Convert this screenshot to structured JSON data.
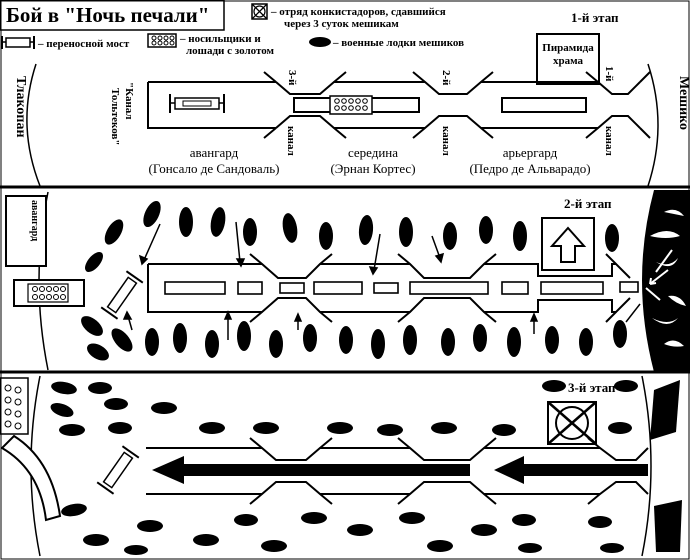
{
  "title": "Бой в \"Ночь печали\"",
  "legend": {
    "bridge": "– переносной мост",
    "porters": "– носильщики и лошади с золотом",
    "detachment_line1": "– отряд конкистадоров, сдавшийся",
    "detachment_line2": "через 3 суток мешикам",
    "boats": "– военные лодки мешиков"
  },
  "stages": {
    "stage1": "1-й этап",
    "stage2": "2-й этап",
    "stage3": "3-й этап"
  },
  "places": {
    "tlacopan": "Тлакопан",
    "mexico": "Мешико",
    "pyramid_line1": "Пирамида",
    "pyramid_line2": "храма",
    "canal_toltec_line1": "\"Канал",
    "canal_toltec_line2": "Тольтеков\""
  },
  "canals": {
    "third_num": "3-й",
    "second_num": "2-й",
    "first_num": "1-й",
    "word": "канал"
  },
  "units": {
    "vanguard_line1": "авангард",
    "vanguard_line2": "(Гонсало де Сандоваль)",
    "center_line1": "середина",
    "center_line2": "(Эрнан Кортес)",
    "rear_line1": "арьергард",
    "rear_line2": "(Педро де Альварадо)",
    "vanguard_short": "авангард"
  }
}
